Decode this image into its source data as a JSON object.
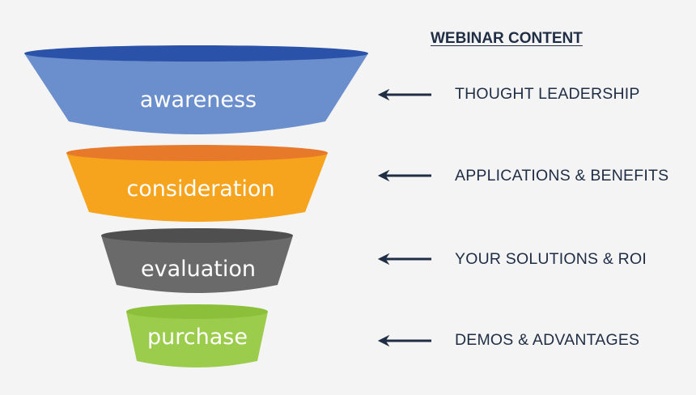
{
  "heading": "WEBINAR CONTENT",
  "stages": [
    {
      "label": "awareness",
      "content": "THOUGHT LEADERSHIP",
      "body_color": "#6a8fcc",
      "rim_color": "#2a52a8"
    },
    {
      "label": "consideration",
      "content": "APPLICATIONS & BENEFITS",
      "body_color": "#f6a31e",
      "rim_color": "#e7792a"
    },
    {
      "label": "evaluation",
      "content": "YOUR SOLUTIONS & ROI",
      "body_color": "#6a6a6a",
      "rim_color": "#4f4f4f"
    },
    {
      "label": "purchase",
      "content": "DEMOS & ADVANTAGES",
      "body_color": "#9ccc4c",
      "rim_color": "#8cc03a"
    }
  ],
  "arrow_color": "#1f2d45",
  "text_color": "#1f2d45"
}
